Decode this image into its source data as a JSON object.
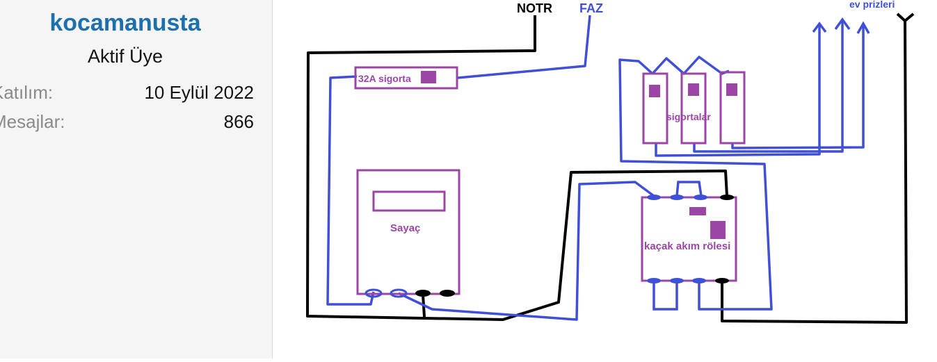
{
  "profile": {
    "username": "kocamanusta",
    "title": "Aktif Üye",
    "stats": [
      {
        "label": "Katılım:",
        "value": "10 Eylül 2022"
      },
      {
        "label": "Mesajlar:",
        "value": "866"
      }
    ]
  },
  "diagram": {
    "labels": {
      "notr": "NOTR",
      "faz": "FAZ",
      "ev_prizleri": "ev prizleri",
      "sigorta32": "32A sigorta",
      "sigortalar": "sigortalar",
      "sayac": "Sayaç",
      "kacak": "kaçak akım rölesi"
    },
    "colors": {
      "blue_wire": "#3f4fd6",
      "black_wire": "#000000",
      "purple_box": "#9b45a6",
      "purple_text": "#9b45a6",
      "blue_text": "#3f4fd6"
    }
  }
}
